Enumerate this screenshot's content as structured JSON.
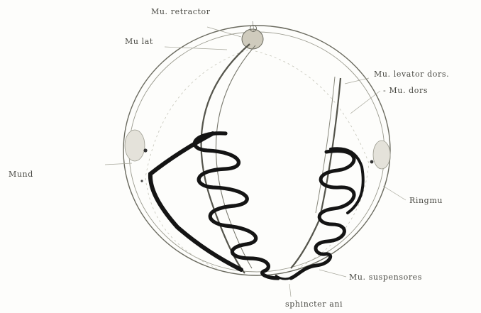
{
  "figure": {
    "labels": {
      "mu_retractor": "Mu. retractor",
      "mu_lat": "Mu lat",
      "mu_levator_dors": "Mu. levator dors.",
      "mu_dors": "- Mu. dors",
      "mund": "Mund",
      "ringmu": "Ringmu",
      "mu_suspensores": "Mu. suspensores",
      "sphincter_ani": "sphincter ani"
    }
  }
}
